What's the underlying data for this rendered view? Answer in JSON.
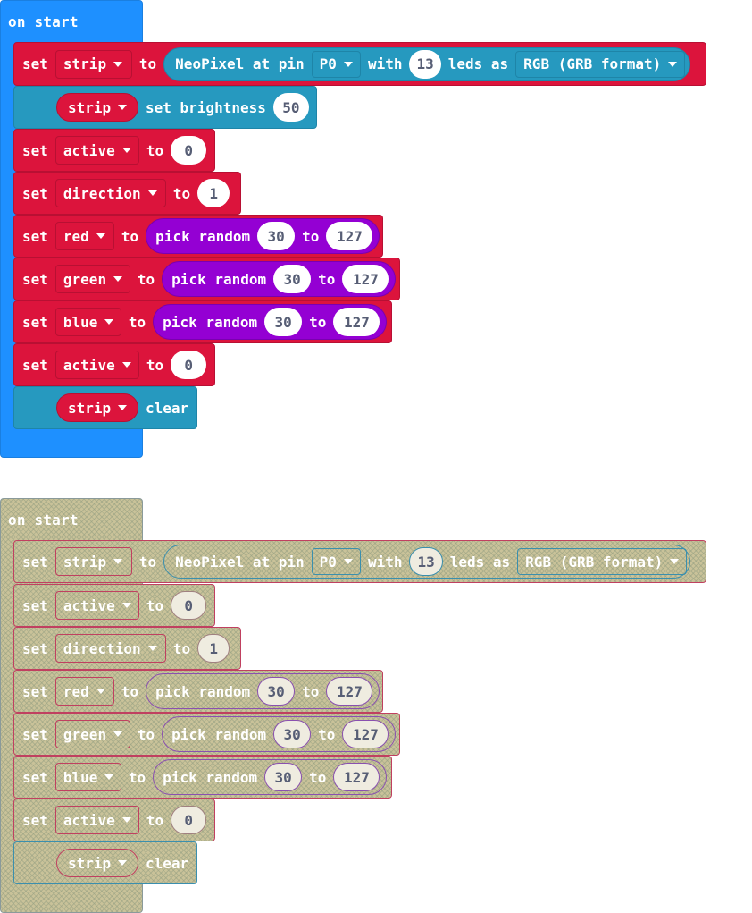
{
  "top": {
    "hat_label": "on start",
    "rows": {
      "r1": {
        "set": "set",
        "var": "strip",
        "to": "to",
        "neo": "NeoPixel at pin",
        "pin": "P0",
        "with": "with",
        "leds_num": "13",
        "leds": "leds as",
        "fmt": "RGB (GRB format)"
      },
      "r2": {
        "var": "strip",
        "action": "set brightness",
        "value": "50"
      },
      "r3": {
        "set": "set",
        "var": "active",
        "to": "to",
        "value": "0"
      },
      "r4": {
        "set": "set",
        "var": "direction",
        "to": "to",
        "value": "1"
      },
      "r5": {
        "set": "set",
        "var": "red",
        "to": "to",
        "pick": "pick random",
        "a": "30",
        "to2": "to",
        "b": "127"
      },
      "r6": {
        "set": "set",
        "var": "green",
        "to": "to",
        "pick": "pick random",
        "a": "30",
        "to2": "to",
        "b": "127"
      },
      "r7": {
        "set": "set",
        "var": "blue",
        "to": "to",
        "pick": "pick random",
        "a": "30",
        "to2": "to",
        "b": "127"
      },
      "r8": {
        "set": "set",
        "var": "active",
        "to": "to",
        "value": "0"
      },
      "r9": {
        "var": "strip",
        "action": "clear"
      }
    }
  },
  "bottom": {
    "hat_label": "on start",
    "rows": {
      "r1": {
        "set": "set",
        "var": "strip",
        "to": "to",
        "neo": "NeoPixel at pin",
        "pin": "P0",
        "with": "with",
        "leds_num": "13",
        "leds": "leds as",
        "fmt": "RGB (GRB format)"
      },
      "r3": {
        "set": "set",
        "var": "active",
        "to": "to",
        "value": "0"
      },
      "r4": {
        "set": "set",
        "var": "direction",
        "to": "to",
        "value": "1"
      },
      "r5": {
        "set": "set",
        "var": "red",
        "to": "to",
        "pick": "pick random",
        "a": "30",
        "to2": "to",
        "b": "127"
      },
      "r6": {
        "set": "set",
        "var": "green",
        "to": "to",
        "pick": "pick random",
        "a": "30",
        "to2": "to",
        "b": "127"
      },
      "r7": {
        "set": "set",
        "var": "blue",
        "to": "to",
        "pick": "pick random",
        "a": "30",
        "to2": "to",
        "b": "127"
      },
      "r8": {
        "set": "set",
        "var": "active",
        "to": "to",
        "value": "0"
      },
      "r9": {
        "var": "strip",
        "action": "clear"
      }
    }
  },
  "colors": {
    "event": "#1e90ff",
    "variables": "#dc143c",
    "neopixel": "#2699bf",
    "math": "#9400d3"
  }
}
